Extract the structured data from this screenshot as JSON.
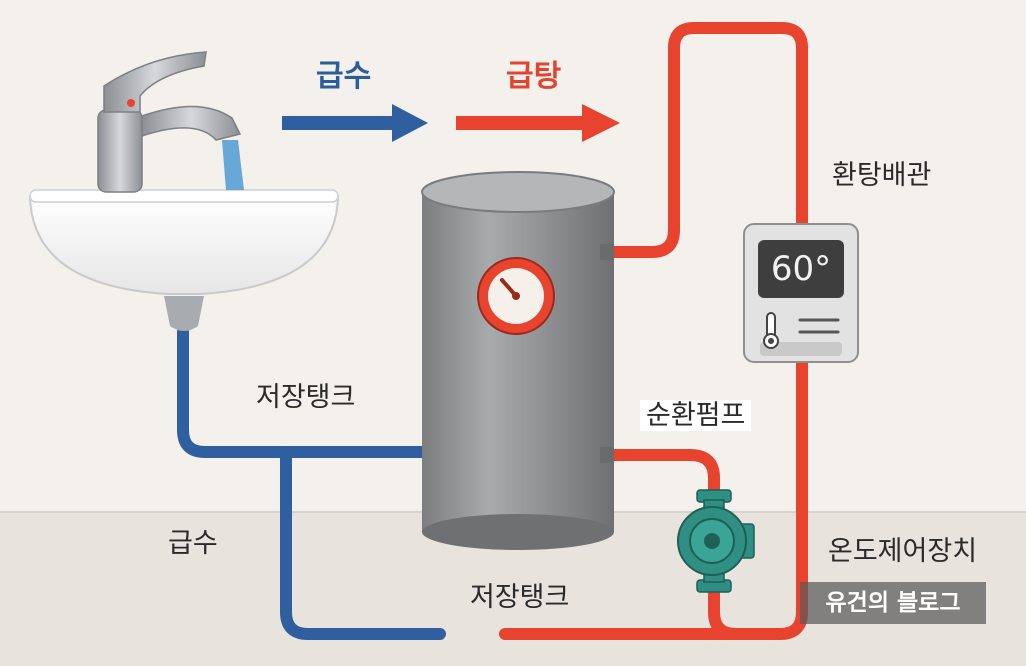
{
  "labels": {
    "supply_arrow": "급수",
    "hot_arrow": "급탕",
    "return_pipe": "환탕배관",
    "tank_side": "저장탱크",
    "pump": "순환펌프",
    "supply_left": "급수",
    "controller": "온도제어장치",
    "tank_bottom": "저장탱크"
  },
  "controller_display": "60°",
  "watermark": "유건의 블로그",
  "colors": {
    "cold_pipe": "#2f5f9f",
    "hot_pipe": "#e8432e",
    "tank": "#8e8f90",
    "pump": "#2f8f82",
    "background": "#f4f1ec"
  }
}
